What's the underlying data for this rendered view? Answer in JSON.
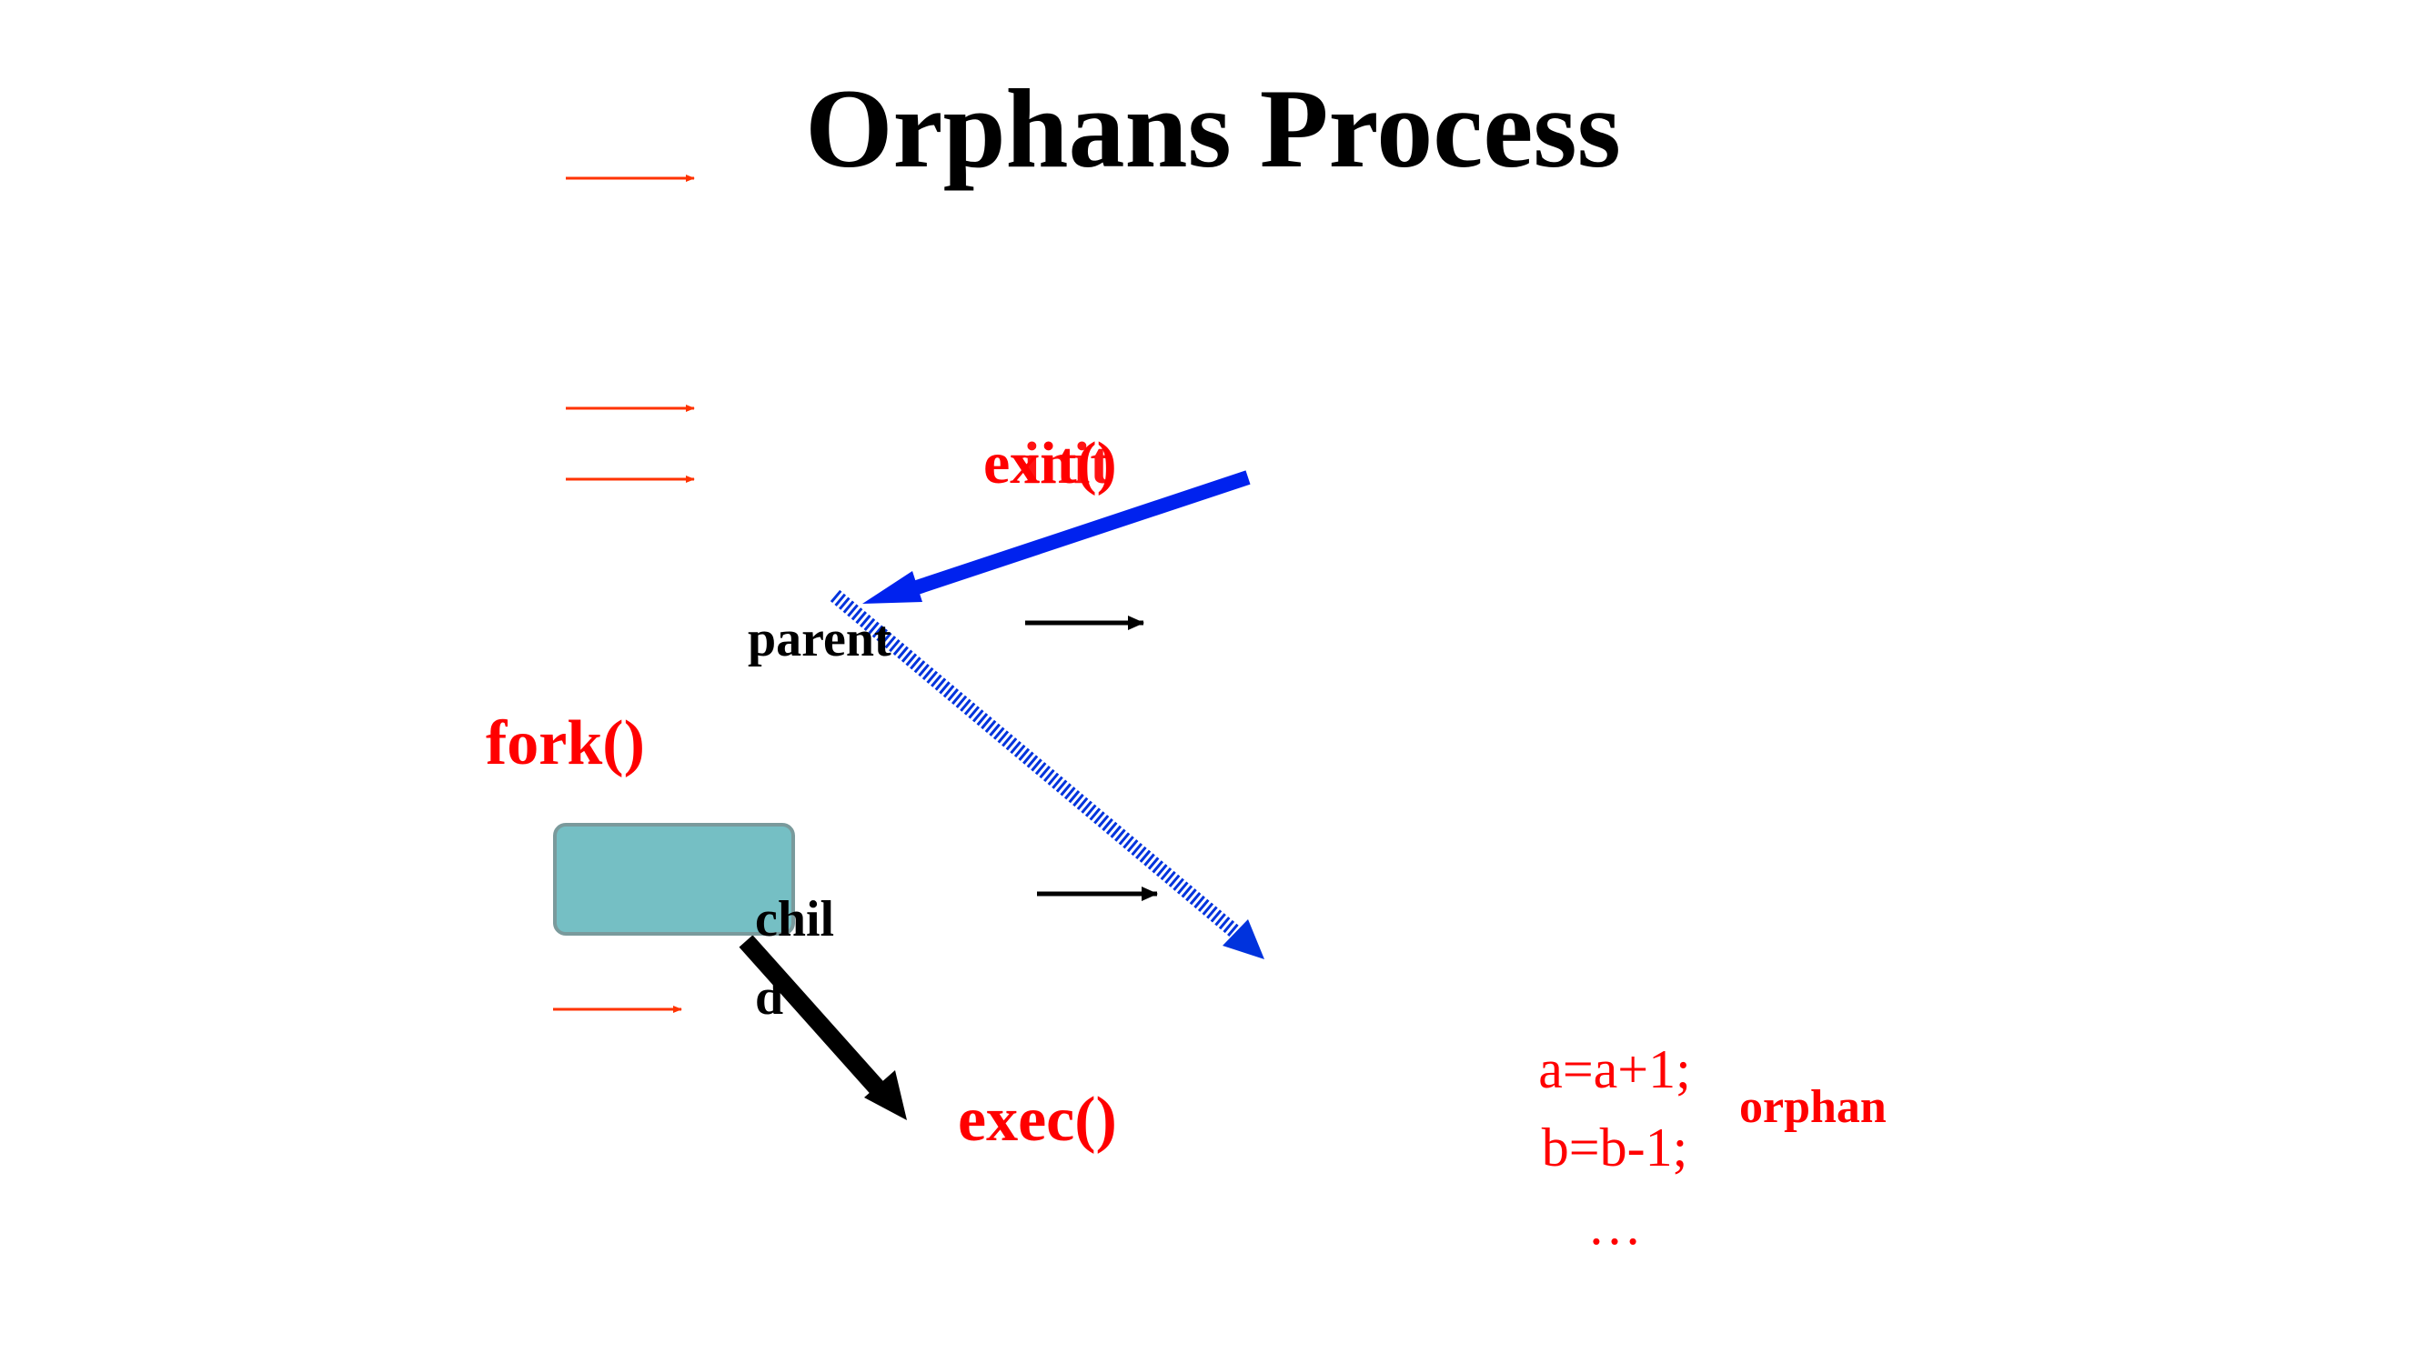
{
  "slide": {
    "title": "Orphans Process",
    "labels": {
      "exit": "exit()",
      "init": "init",
      "fork": "fork()",
      "exec": "exec()",
      "orphan": "orphan",
      "parent": "parent",
      "child": "child"
    },
    "code_lines": [
      "a=a+1;",
      "b=b-1;",
      "…"
    ]
  },
  "colors": {
    "accent_red": "#ff0000",
    "arrow_blue": "#0022ee",
    "box_fill": "#75bfc4",
    "thin_arrow": "#ff3300"
  }
}
